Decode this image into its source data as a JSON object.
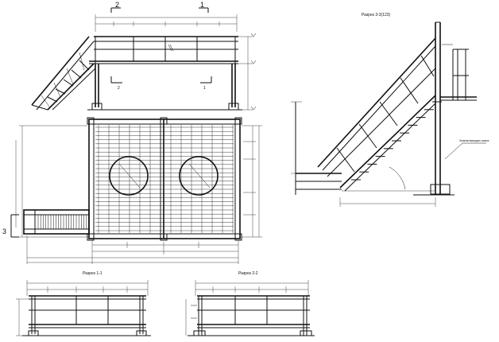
{
  "section_titles": {
    "section_3_3": "Разрез 3-3(123)",
    "section_1_1": "Разрез 1-1",
    "section_2_2": "Разрез 2-2"
  },
  "section_marks": {
    "mark_2": "2",
    "mark_1": "1",
    "mark_3": "3"
  },
  "notes": {
    "leader_label": "Заземляющая шина"
  }
}
